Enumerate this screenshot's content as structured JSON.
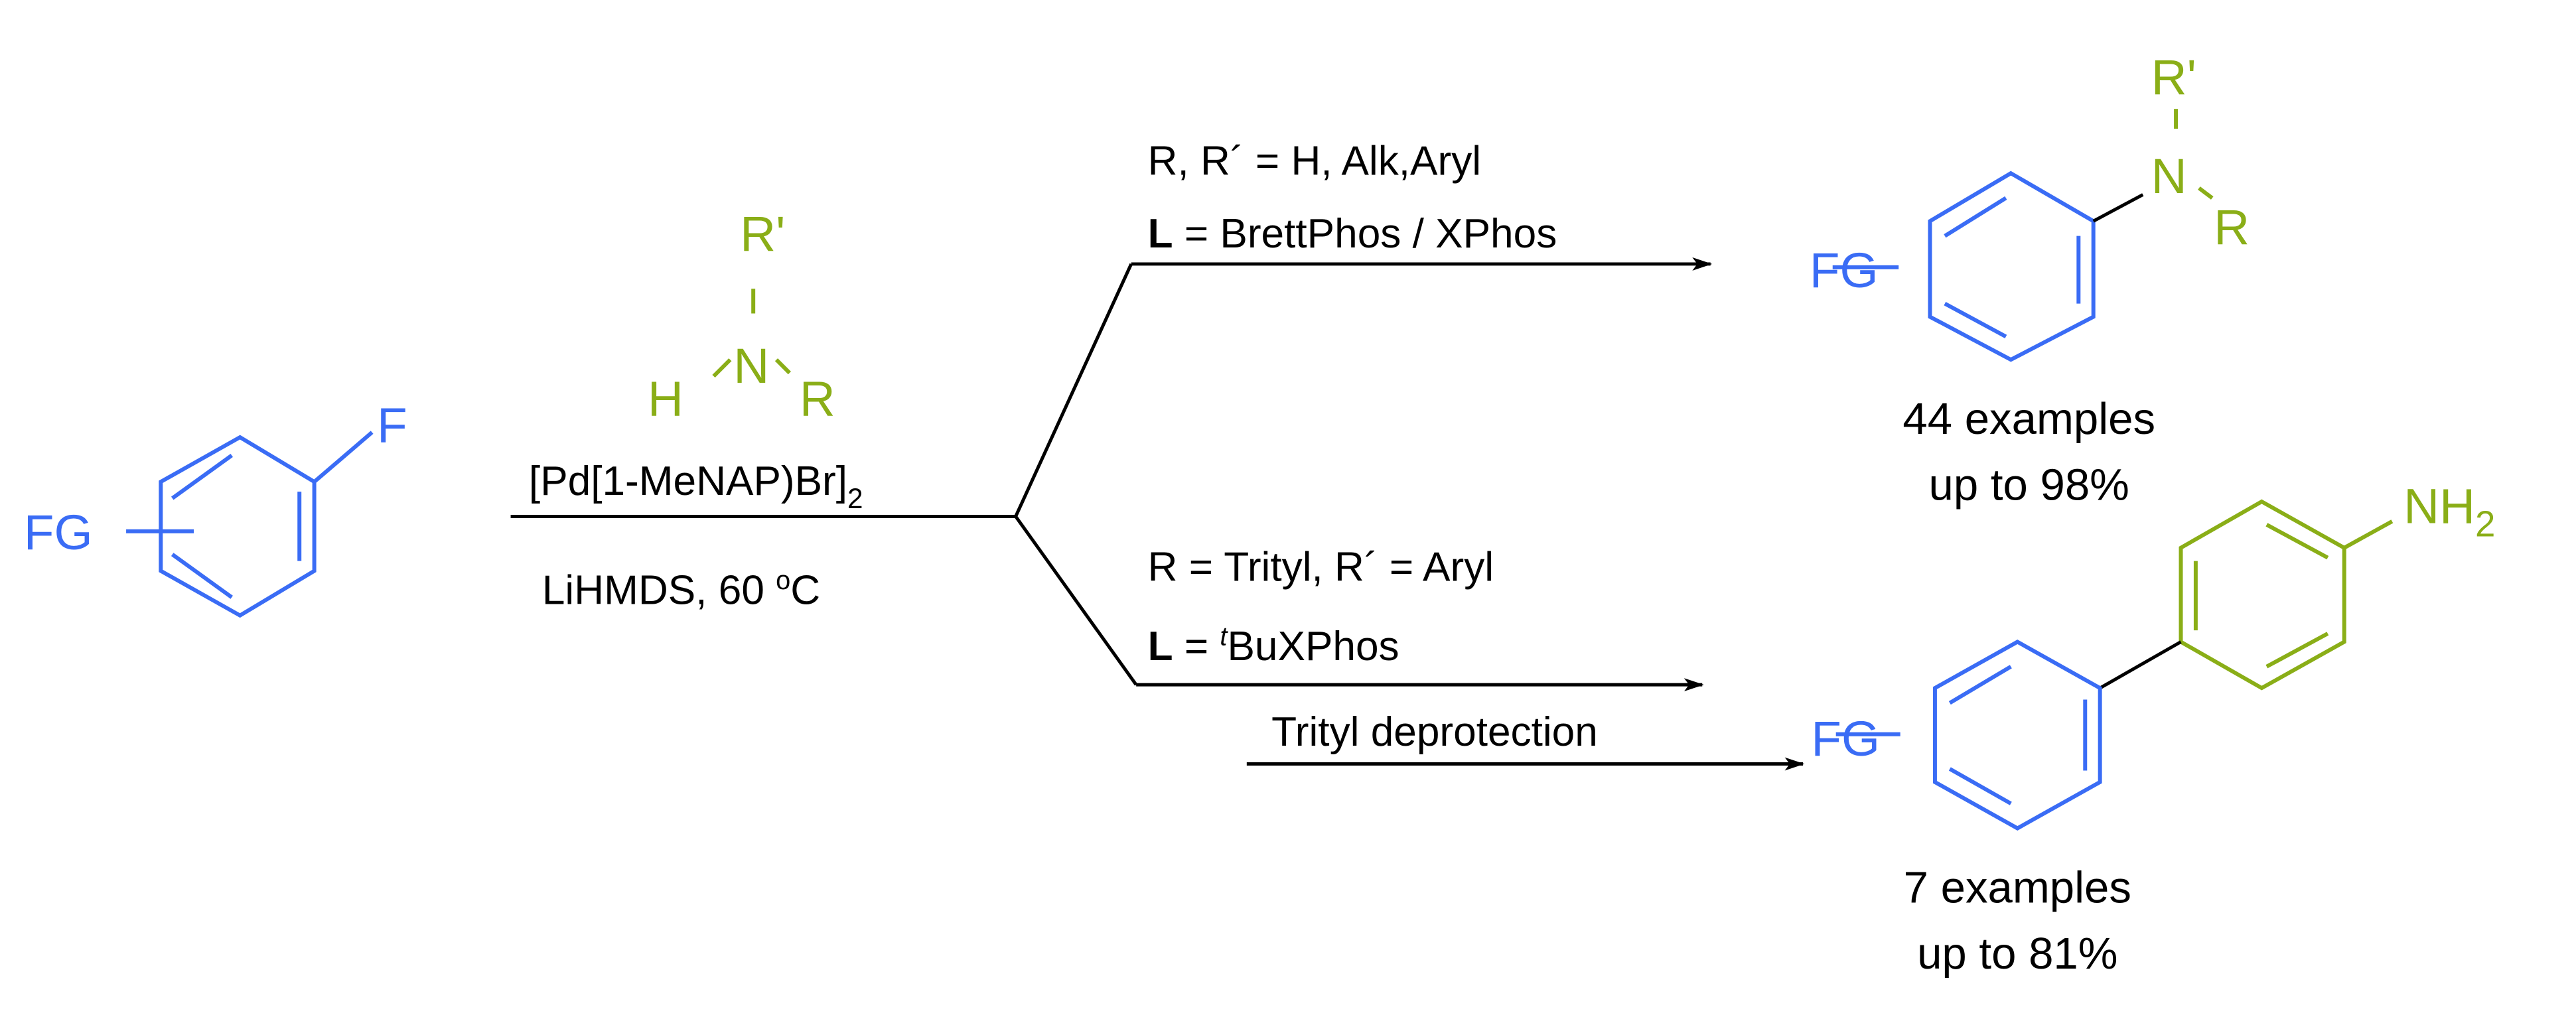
{
  "colors": {
    "fg_blue": "#3a6cf5",
    "amine_green": "#8aae17",
    "text": "#000000"
  },
  "reactant": {
    "fg": "FG",
    "halogen": "F"
  },
  "amine": {
    "r_prime": "R'",
    "n": "N",
    "h": "H",
    "r": "R"
  },
  "conditions": {
    "catalyst": "[Pd[1-MeNAP)Br]",
    "catalyst_sub": "2",
    "base_temp": "LiHMDS, 60 ",
    "degree": "o",
    "unit": "C"
  },
  "top_branch": {
    "line1": "R, R´ = H, Alk,Aryl",
    "ligand_label": "L",
    "ligand_value": " = BrettPhos / XPhos"
  },
  "bottom_branch": {
    "line1": "R = Trityl, R´ = Aryl",
    "ligand_label": "L",
    "ligand_eq": " = ",
    "ligand_sup": "t",
    "ligand_value": "BuXPhos",
    "step2": "Trityl deprotection"
  },
  "product1": {
    "fg": "FG",
    "n": "N",
    "r_prime": "R'",
    "r": "R",
    "count": "44 examples",
    "yield": "up to 98%"
  },
  "product2": {
    "fg": "FG",
    "nh": "NH",
    "nh_sub": "2",
    "count": "7 examples",
    "yield": "up to 81%"
  }
}
